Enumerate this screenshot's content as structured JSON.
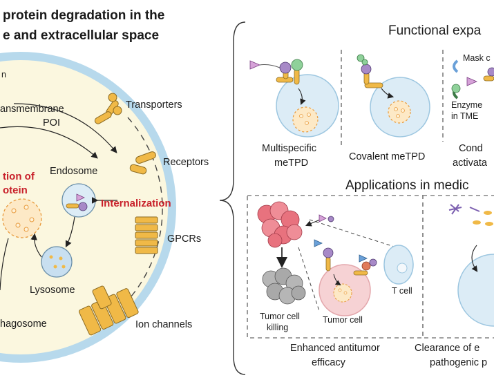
{
  "title": {
    "line1": "protein degradation in the",
    "line2": "e and extracellular space"
  },
  "left_panel": {
    "corner_label": "n",
    "transmembrane": [
      "ansmembrane",
      "POI"
    ],
    "transporters": "Transporters",
    "receptors": "Receptors",
    "gpcrs": "GPCRs",
    "ion_channels": "Ion channels",
    "endosome": "Endosome",
    "lysosome": "Lysosome",
    "phagosome": "hagosome",
    "internalization": "Internalization",
    "degradation": [
      "tion of",
      "otein"
    ]
  },
  "functional": {
    "heading": "Functional expa",
    "multispecific": [
      "Multispecific",
      "meTPD"
    ],
    "covalent": "Covalent meTPD",
    "conditional": [
      "Cond",
      "activata"
    ],
    "mask": "Mask c",
    "enzyme": [
      "Enzyme",
      "in TME"
    ]
  },
  "applications": {
    "heading": "Applications in medic",
    "tumor_killing": [
      "Tumor cell",
      "killing"
    ],
    "tumor_cell": "Tumor cell",
    "t_cell": "T cell",
    "enhanced": [
      "Enhanced antitumor",
      "efficacy"
    ],
    "clearance": [
      "Clearance of e",
      "pathogenic p"
    ]
  },
  "colors": {
    "cell_fill": "#fbf7df",
    "membrane": "#b7d9ec",
    "vesicle": "#dcecf6",
    "red_text": "#c8202a",
    "protein_gold": "#f0b947",
    "tumor_red": "#e8727e",
    "gray_cell": "#a9a9a9"
  }
}
